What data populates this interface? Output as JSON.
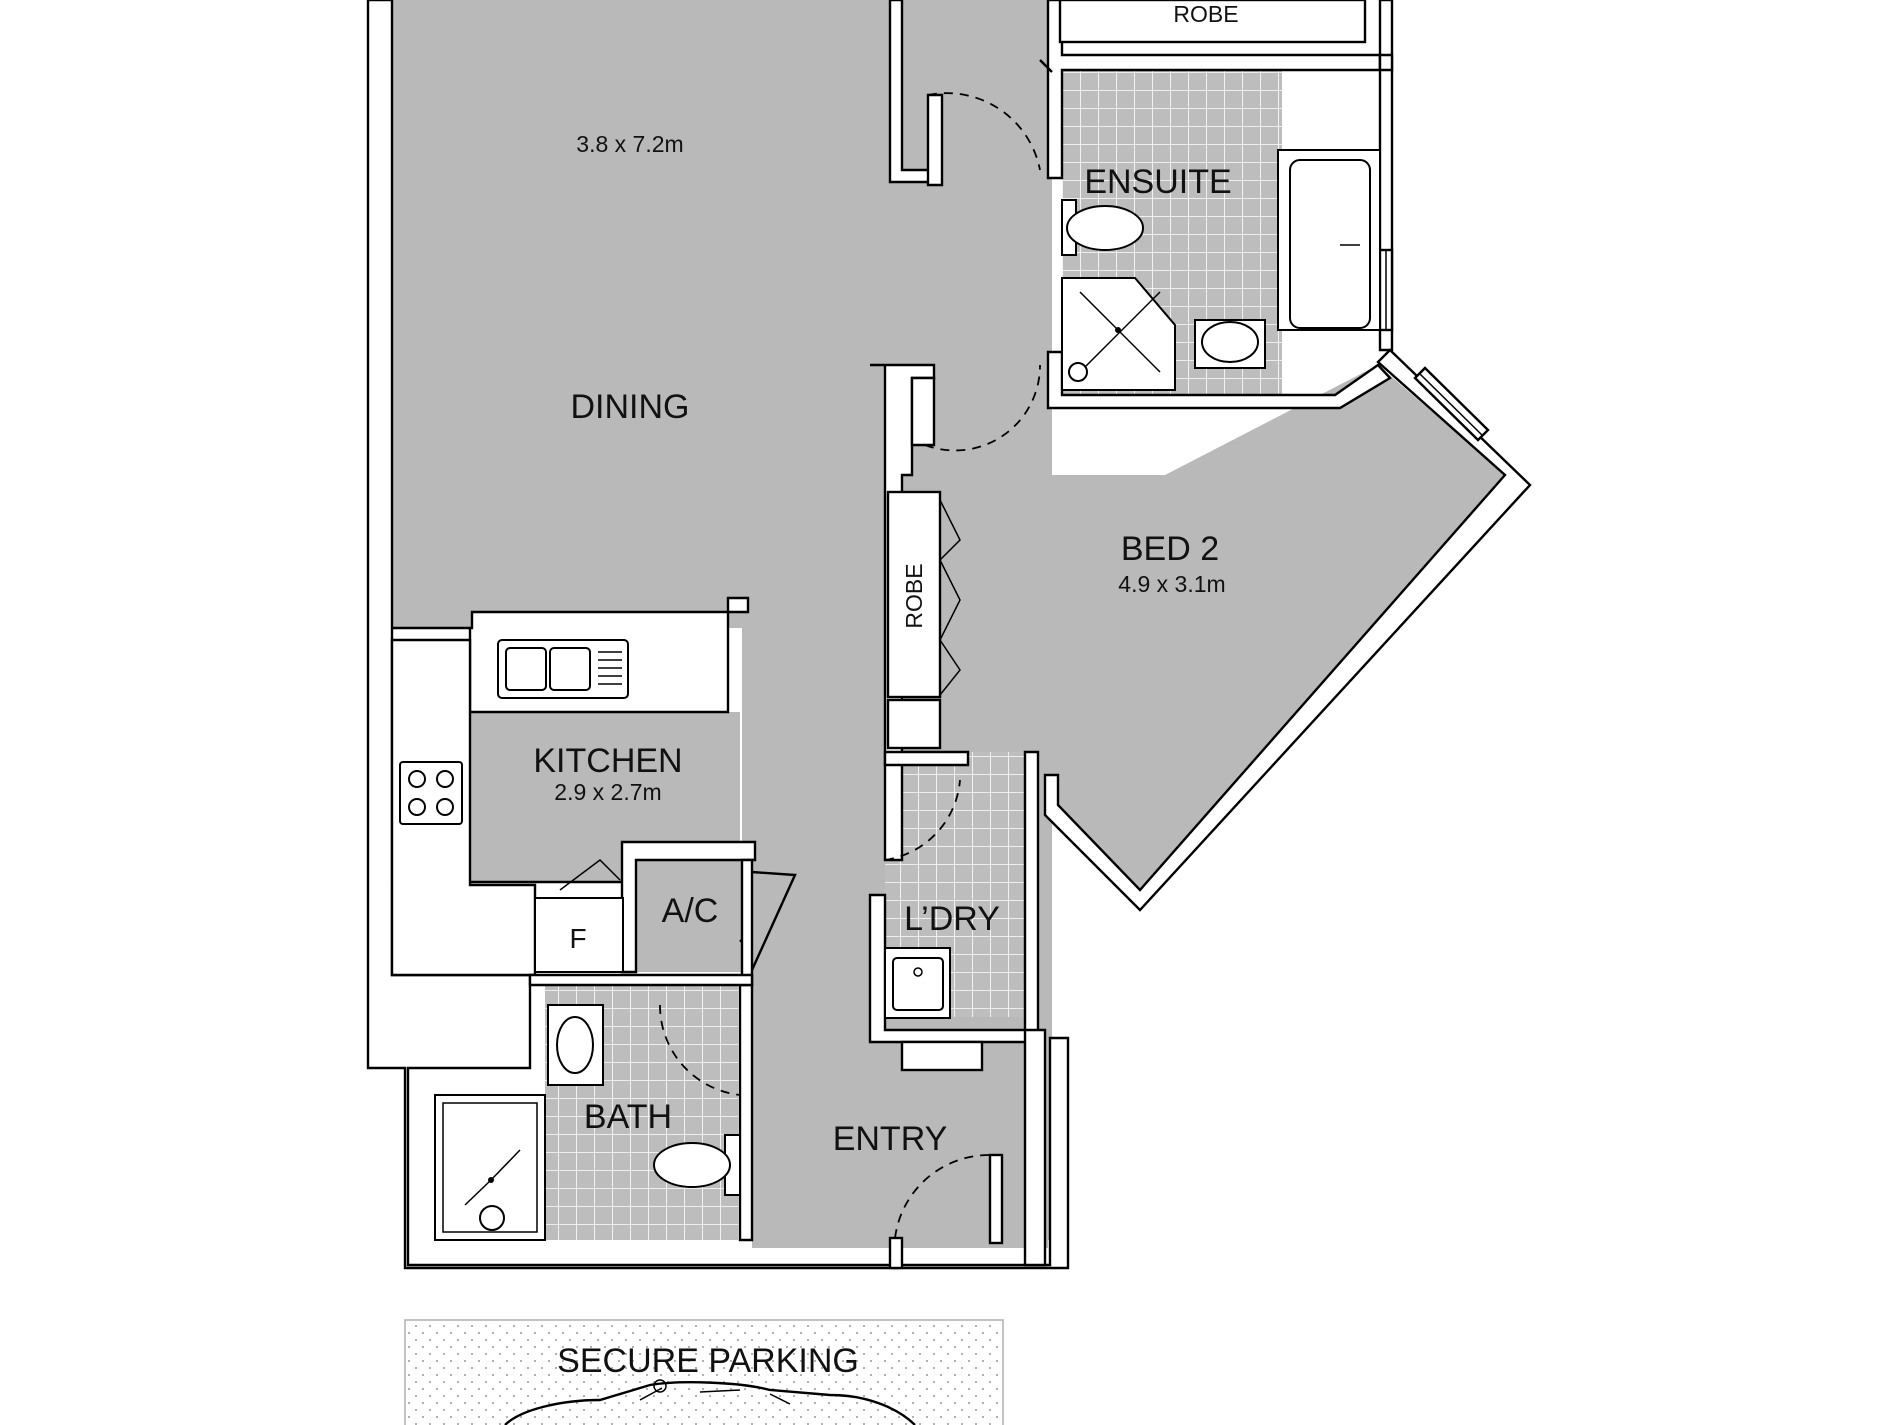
{
  "rooms": {
    "living_dims": "3.8 x 7.2m",
    "dining": "DINING",
    "kitchen": "KITCHEN",
    "kitchen_dims": "2.9 x 2.7m",
    "bed2": "BED 2",
    "bed2_dims": "4.9 x 3.1m",
    "ensuite": "ENSUITE",
    "robe_top": "ROBE",
    "robe_side": "ROBE",
    "laundry": "L’DRY",
    "ac": "A/C",
    "fridge": "F",
    "bath": "BATH",
    "entry": "ENTRY",
    "parking": "SECURE PARKING"
  },
  "colors": {
    "room_fill": "#b9b9b9",
    "wall": "#000000",
    "tile_grid": "#ffffff",
    "background": "#ffffff"
  }
}
